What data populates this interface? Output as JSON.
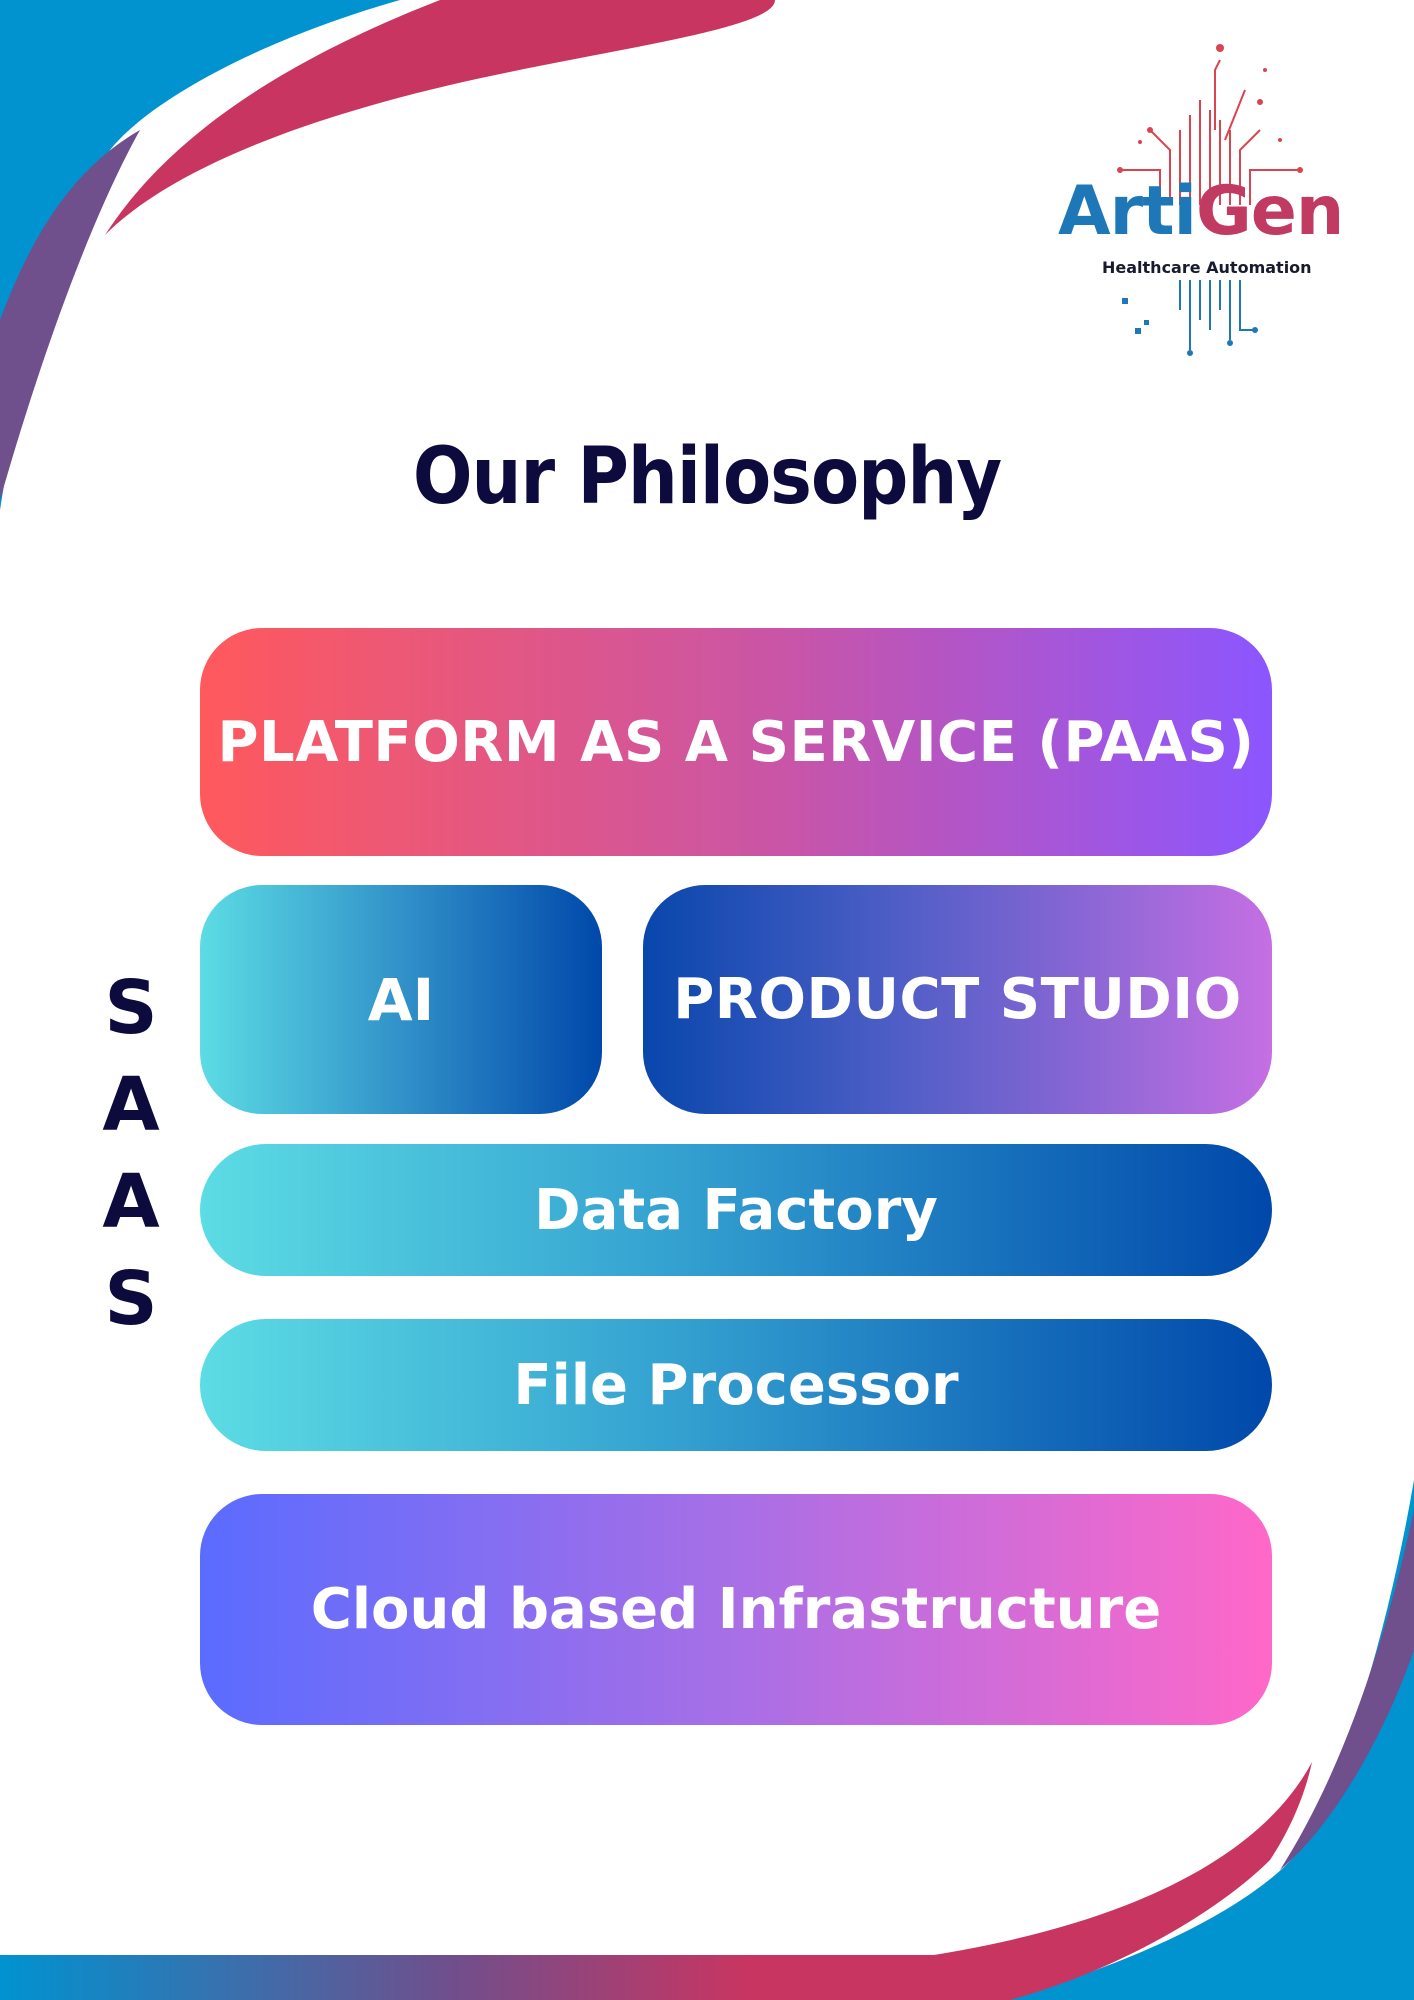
{
  "brand": {
    "name_part1": "Arti",
    "name_part2": "Gen",
    "tagline": "Healthcare Automation",
    "colors": {
      "blue": "#1e78b8",
      "red": "#c03a62",
      "navy": "#0d0a3d"
    }
  },
  "title": "Our Philosophy",
  "side_label": [
    "S",
    "A",
    "A",
    "S"
  ],
  "layers": {
    "paas": "PLATFORM AS A SERVICE (PAAS)",
    "ai": "AI",
    "product_studio": "PRODUCT STUDIO",
    "data_factory": "Data Factory",
    "file_processor": "File Processor",
    "cloud": "Cloud based Infrastructure"
  },
  "decoration_colors": {
    "blue": "#0093d0",
    "crimson": "#c93561",
    "purple": "#6f4f8c"
  }
}
